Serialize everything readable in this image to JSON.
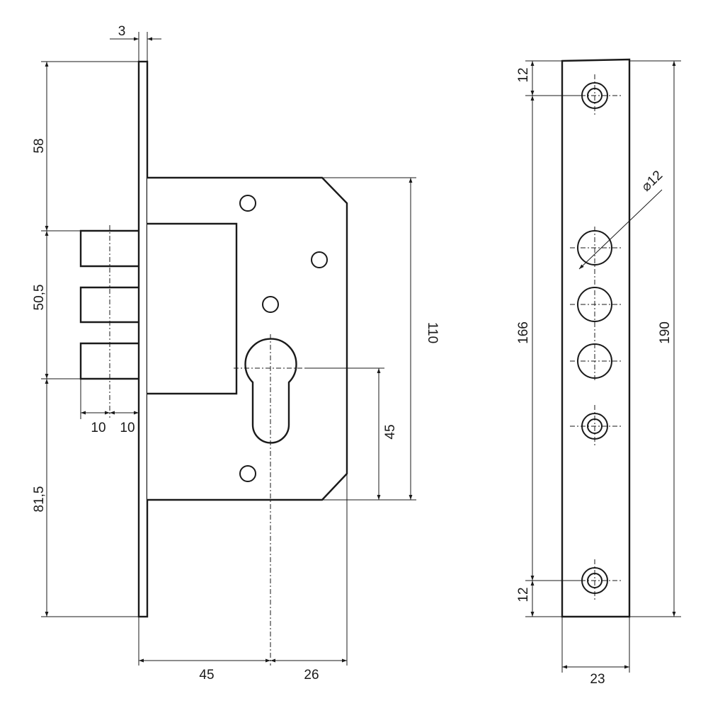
{
  "dimensions": {
    "faceplate_thickness": "3",
    "top_offset": "58",
    "bolt_span": "50,5",
    "bottom_offset": "81,5",
    "bolt_width_1": "10",
    "bolt_width_2": "10",
    "case_height": "110",
    "cylinder_to_bottom": "45",
    "backset": "45",
    "cylinder_to_back": "26",
    "strike_top_margin": "12",
    "strike_hole_span": "166",
    "strike_bottom_margin": "12",
    "strike_length": "190",
    "strike_width": "23",
    "hole_diameter": "⌀12"
  }
}
